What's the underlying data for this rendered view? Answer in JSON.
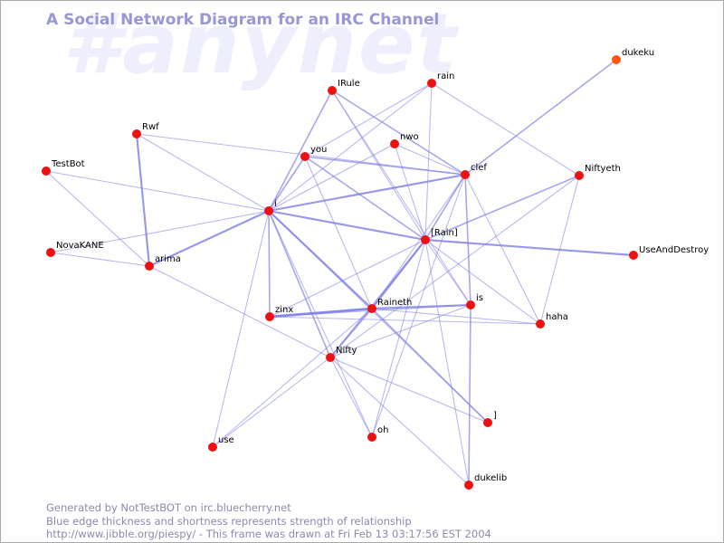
{
  "watermark": "#anynet",
  "title": "A Social Network Diagram for an IRC Channel",
  "footer": {
    "line1": "Generated by NotTestBOT on irc.bluecherry.net",
    "line2": "Blue edge thickness and shortness represents strength of relationship",
    "line3": "http://www.jibble.org/piespy/ - This frame was drawn at Fri Feb 13 03:17:56 EST 2004"
  },
  "colors": {
    "edge": "#7f7fe8",
    "node": "#ee1111",
    "node_recent": "#ff5511",
    "title": "#9797d8",
    "watermark": "#eeeefc",
    "footer": "#8a8ab0"
  },
  "nodes": [
    {
      "id": "dukeku",
      "label": "dukeku",
      "recent": true
    },
    {
      "id": "rain",
      "label": "rain"
    },
    {
      "id": "IRule",
      "label": "IRule"
    },
    {
      "id": "Rwf",
      "label": "Rwf"
    },
    {
      "id": "nwo",
      "label": "nwo"
    },
    {
      "id": "you",
      "label": "you"
    },
    {
      "id": "clef",
      "label": "clef"
    },
    {
      "id": "Niftyeth",
      "label": "Niftyeth"
    },
    {
      "id": "TestBot",
      "label": "TestBot"
    },
    {
      "id": "i",
      "label": "i"
    },
    {
      "id": "Rain",
      "label": "[Rain]"
    },
    {
      "id": "NovaKANE",
      "label": "NovaKANE"
    },
    {
      "id": "UseAndDestroy",
      "label": "UseAndDestroy"
    },
    {
      "id": "arima",
      "label": "arima"
    },
    {
      "id": "Raineth",
      "label": "Raineth"
    },
    {
      "id": "is",
      "label": "is"
    },
    {
      "id": "zinx",
      "label": "zinx"
    },
    {
      "id": "haha",
      "label": "haha"
    },
    {
      "id": "Nifty",
      "label": "Nifty"
    },
    {
      "id": "bracket",
      "label": "]"
    },
    {
      "id": "use",
      "label": "use"
    },
    {
      "id": "oh",
      "label": "oh"
    },
    {
      "id": "dukelib",
      "label": "dukelib"
    }
  ],
  "edges": [
    {
      "a": "dukeku",
      "b": "clef",
      "w": 2
    },
    {
      "a": "rain",
      "b": "you",
      "w": 1
    },
    {
      "a": "rain",
      "b": "Rain",
      "w": 1
    },
    {
      "a": "rain",
      "b": "Niftyeth",
      "w": 1
    },
    {
      "a": "rain",
      "b": "i",
      "w": 1
    },
    {
      "a": "IRule",
      "b": "i",
      "w": 2
    },
    {
      "a": "IRule",
      "b": "clef",
      "w": 2
    },
    {
      "a": "IRule",
      "b": "Rain",
      "w": 1
    },
    {
      "a": "IRule",
      "b": "is",
      "w": 1
    },
    {
      "a": "Rwf",
      "b": "arima",
      "w": 3
    },
    {
      "a": "Rwf",
      "b": "clef",
      "w": 1
    },
    {
      "a": "Rwf",
      "b": "i",
      "w": 1
    },
    {
      "a": "you",
      "b": "i",
      "w": 2
    },
    {
      "a": "you",
      "b": "clef",
      "w": 2
    },
    {
      "a": "you",
      "b": "Rain",
      "w": 2
    },
    {
      "a": "you",
      "b": "Raineth",
      "w": 1
    },
    {
      "a": "nwo",
      "b": "i",
      "w": 1
    },
    {
      "a": "nwo",
      "b": "Rain",
      "w": 1
    },
    {
      "a": "nwo",
      "b": "clef",
      "w": 1
    },
    {
      "a": "clef",
      "b": "i",
      "w": 3
    },
    {
      "a": "clef",
      "b": "Rain",
      "w": 2
    },
    {
      "a": "clef",
      "b": "is",
      "w": 2
    },
    {
      "a": "clef",
      "b": "Raineth",
      "w": 1
    },
    {
      "a": "clef",
      "b": "haha",
      "w": 1
    },
    {
      "a": "clef",
      "b": "oh",
      "w": 1
    },
    {
      "a": "Niftyeth",
      "b": "Rain",
      "w": 2
    },
    {
      "a": "Niftyeth",
      "b": "haha",
      "w": 1
    },
    {
      "a": "Niftyeth",
      "b": "Nifty",
      "w": 1
    },
    {
      "a": "TestBot",
      "b": "i",
      "w": 1
    },
    {
      "a": "TestBot",
      "b": "arima",
      "w": 1
    },
    {
      "a": "i",
      "b": "Rain",
      "w": 3
    },
    {
      "a": "i",
      "b": "arima",
      "w": 3
    },
    {
      "a": "i",
      "b": "NovaKANE",
      "w": 1
    },
    {
      "a": "i",
      "b": "zinx",
      "w": 2
    },
    {
      "a": "i",
      "b": "Raineth",
      "w": 3
    },
    {
      "a": "i",
      "b": "Nifty",
      "w": 2
    },
    {
      "a": "i",
      "b": "bracket",
      "w": 1
    },
    {
      "a": "i",
      "b": "oh",
      "w": 1
    },
    {
      "a": "i",
      "b": "use",
      "w": 1
    },
    {
      "a": "Rain",
      "b": "UseAndDestroy",
      "w": 3
    },
    {
      "a": "Rain",
      "b": "Raineth",
      "w": 3
    },
    {
      "a": "Rain",
      "b": "is",
      "w": 1
    },
    {
      "a": "Rain",
      "b": "haha",
      "w": 1
    },
    {
      "a": "Rain",
      "b": "Nifty",
      "w": 2
    },
    {
      "a": "Rain",
      "b": "zinx",
      "w": 1
    },
    {
      "a": "Rain",
      "b": "oh",
      "w": 1
    },
    {
      "a": "Rain",
      "b": "dukelib",
      "w": 1
    },
    {
      "a": "NovaKANE",
      "b": "arima",
      "w": 1
    },
    {
      "a": "arima",
      "b": "Nifty",
      "w": 1
    },
    {
      "a": "Raineth",
      "b": "is",
      "w": 3
    },
    {
      "a": "Raineth",
      "b": "zinx",
      "w": 4
    },
    {
      "a": "Raineth",
      "b": "haha",
      "w": 1
    },
    {
      "a": "Raineth",
      "b": "Nifty",
      "w": 2
    },
    {
      "a": "Raineth",
      "b": "bracket",
      "w": 2
    },
    {
      "a": "Raineth",
      "b": "use",
      "w": 1
    },
    {
      "a": "is",
      "b": "Nifty",
      "w": 1
    },
    {
      "a": "is",
      "b": "dukelib",
      "w": 2
    },
    {
      "a": "is",
      "b": "zinx",
      "w": 1
    },
    {
      "a": "zinx",
      "b": "haha",
      "w": 1
    },
    {
      "a": "Nifty",
      "b": "bracket",
      "w": 1
    },
    {
      "a": "Nifty",
      "b": "use",
      "w": 1
    },
    {
      "a": "Nifty",
      "b": "oh",
      "w": 1
    },
    {
      "a": "Nifty",
      "b": "dukelib",
      "w": 1
    }
  ]
}
